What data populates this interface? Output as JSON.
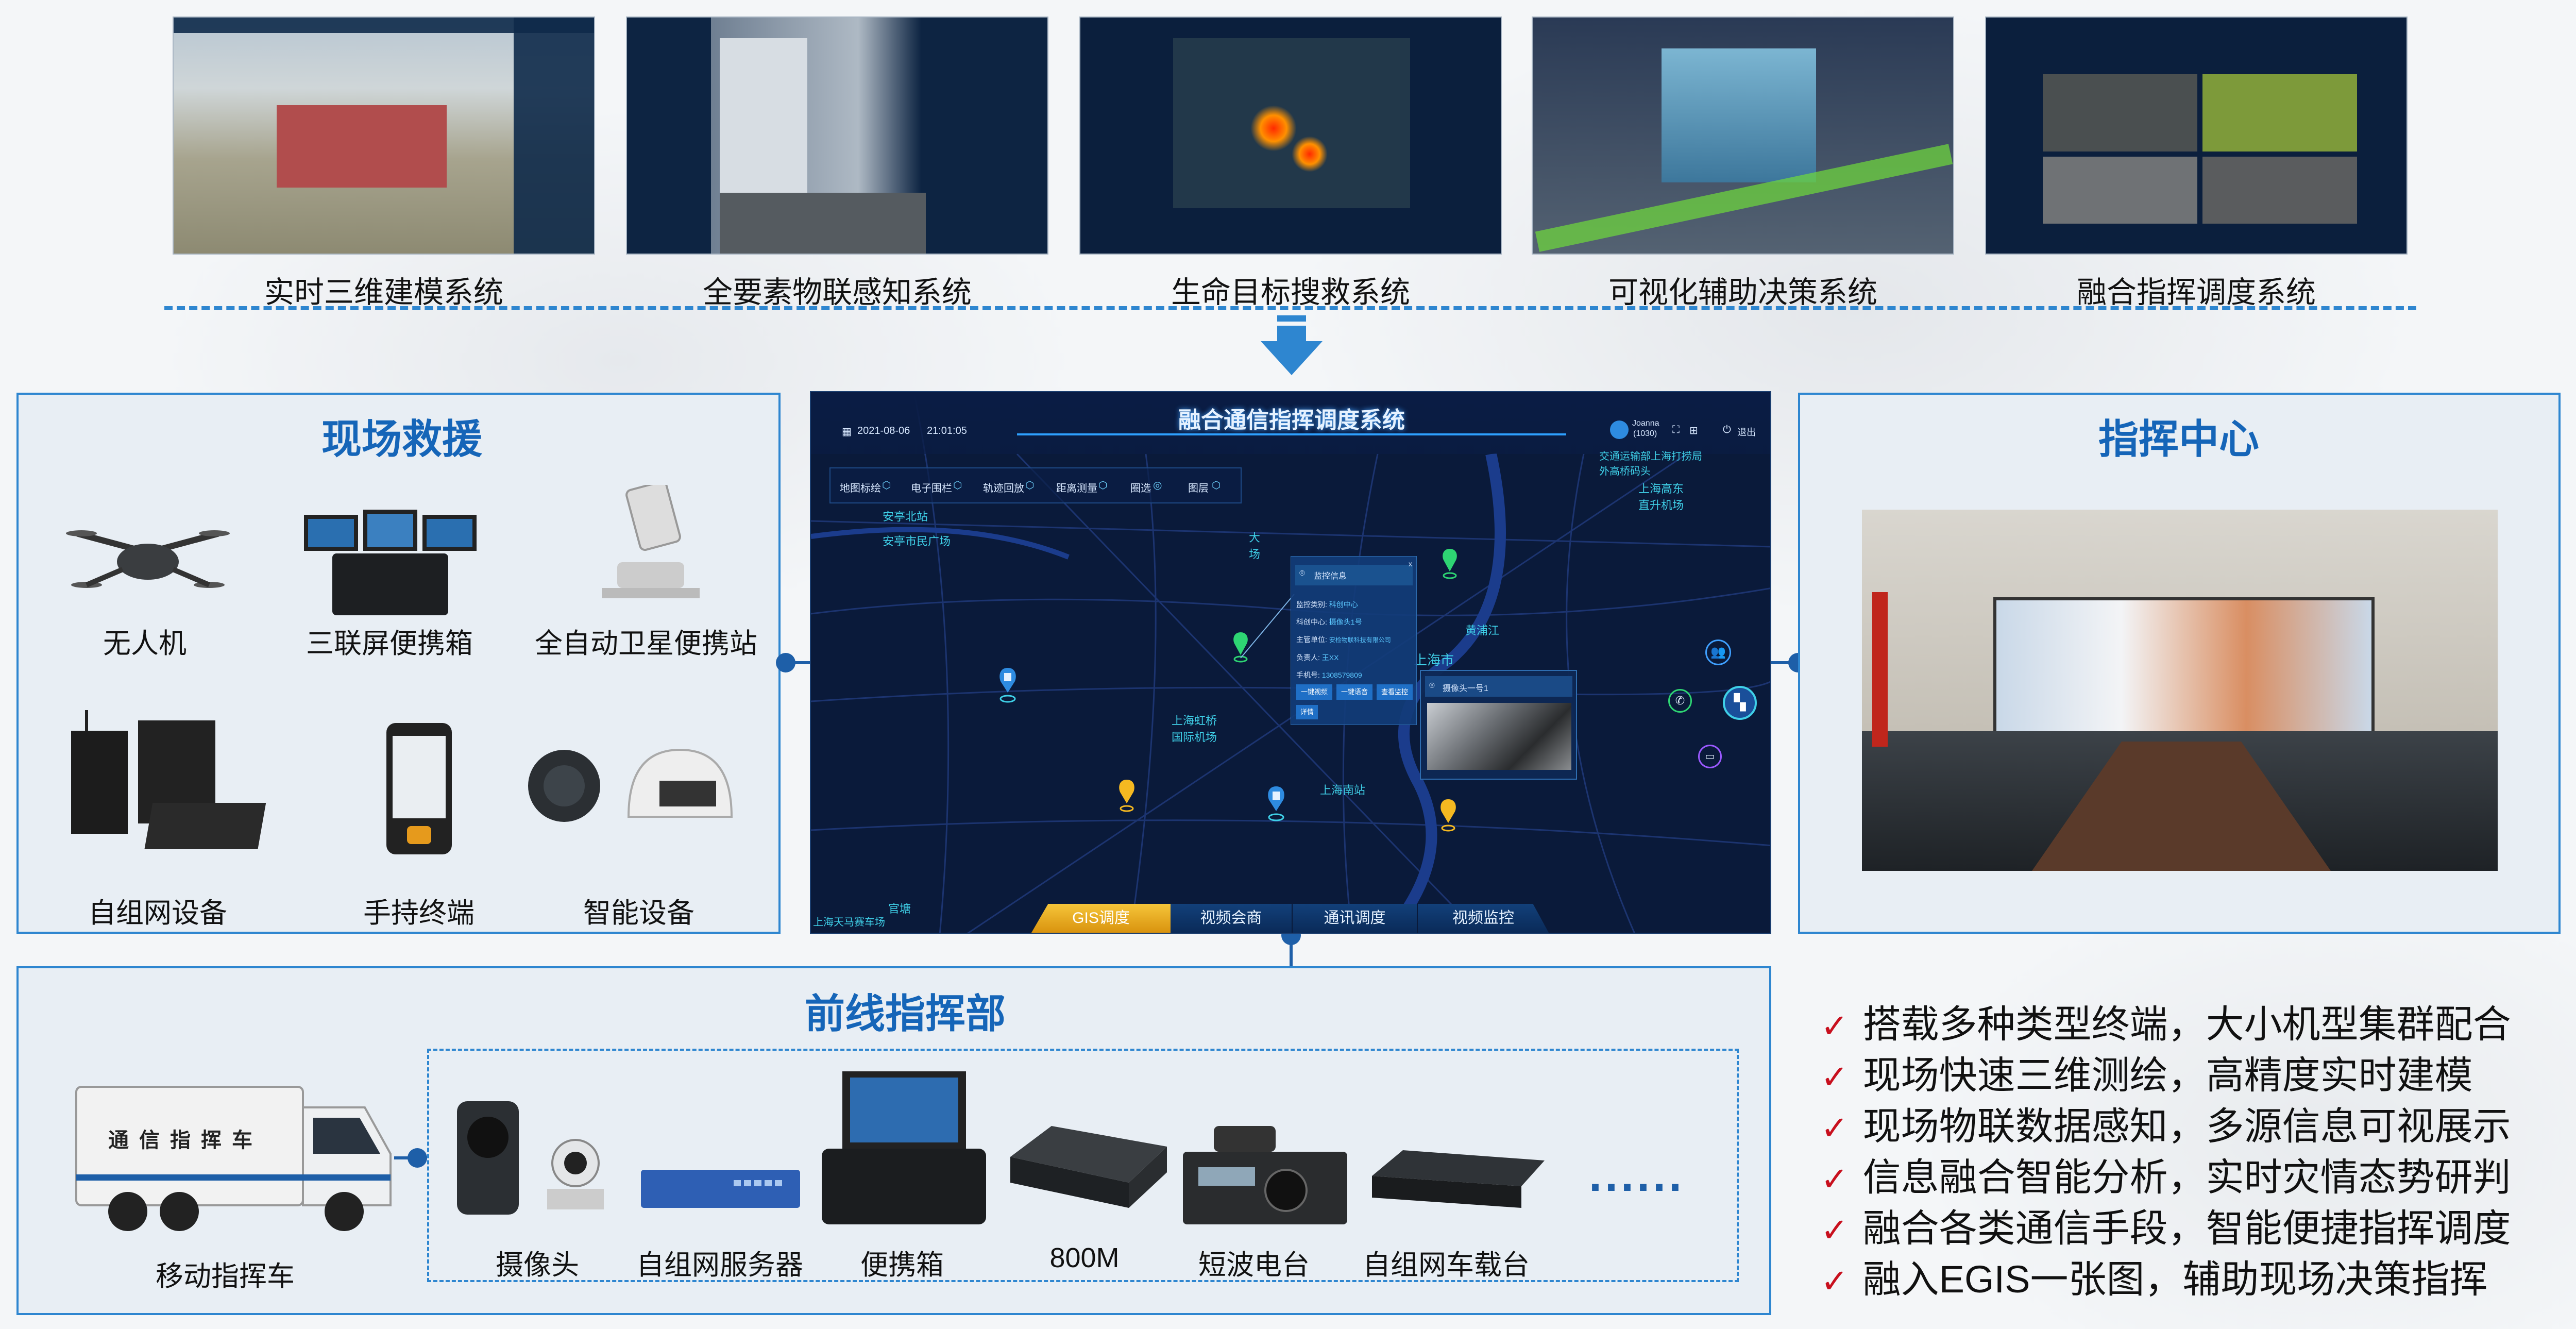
{
  "systems": [
    {
      "label": "实时三维建模系统"
    },
    {
      "label": "全要素物联感知系统"
    },
    {
      "label": "生命目标搜救系统"
    },
    {
      "label": "可视化辅助决策系统"
    },
    {
      "label": "融合指挥调度系统"
    }
  ],
  "rescue": {
    "title": "现场救援",
    "devices": [
      {
        "label": "无人机",
        "icon": "drone-icon"
      },
      {
        "label": "三联屏便携箱",
        "icon": "triple-screen-case-icon"
      },
      {
        "label": "全自动卫星便携站",
        "icon": "satellite-station-icon"
      },
      {
        "label": "自组网设备",
        "icon": "mesh-network-device-icon"
      },
      {
        "label": "手持终端",
        "icon": "handheld-terminal-icon"
      },
      {
        "label": "智能设备",
        "icon": "smart-device-icon"
      }
    ]
  },
  "center": {
    "title": "指挥中心"
  },
  "front": {
    "title": "前线指挥部",
    "vehicle": {
      "label": "移动指挥车",
      "plate_text": "通信指挥车"
    },
    "devices": [
      {
        "label": "摄像头"
      },
      {
        "label": "自组网服务器"
      },
      {
        "label": "便携箱"
      },
      {
        "label": "800M"
      },
      {
        "label": "短波电台"
      },
      {
        "label": "自组网车载台"
      }
    ],
    "more": "......"
  },
  "checklist": [
    "搭载多种类型终端，大小机型集群配合",
    "现场快速三维测绘，高精度实时建模",
    "现场物联数据感知，多源信息可视展示",
    "信息融合智能分析，实时灾情态势研判",
    "融合各类通信手段，智能便捷指挥调度",
    "融入EGIS一张图，辅助现场决策指挥"
  ],
  "check_mark": "✓",
  "app": {
    "title": "融合通信指挥调度系统",
    "date": "2021-08-06",
    "time": "21:01:05",
    "user": "Joanna",
    "user_id": "(1030)",
    "logout": "退出",
    "toolbar": [
      "地图标绘",
      "电子围栏",
      "轨迹回放",
      "距离测量",
      "圈选",
      "图层"
    ],
    "map_labels": [
      "安亭北站",
      "安亭市民广场",
      "上海虹桥国际机场",
      "黄浦江",
      "上海市",
      "上海南站",
      "上海高东直升机场",
      "交通运输部上海打捞局外高桥码头",
      "官塘",
      "上海天马赛车场",
      "大场"
    ],
    "popup": {
      "title": "监控信息",
      "close": "x",
      "fields": [
        {
          "k": "监控类别:",
          "v": "科创中心"
        },
        {
          "k": "科创中心:",
          "v": "摄像头1号"
        },
        {
          "k": "主管单位:",
          "v": "安检物联科技有限公司"
        },
        {
          "k": "负责人:",
          "v": "王XX"
        },
        {
          "k": "手机号:",
          "v": "1308579809"
        }
      ],
      "buttons": [
        "一键视频",
        "一键语音",
        "查看监控"
      ],
      "detail": "详情"
    },
    "camera_popup": {
      "title": "摄像头一号1"
    },
    "tabs": [
      {
        "label": "GIS调度",
        "active": true
      },
      {
        "label": "视频会商"
      },
      {
        "label": "通讯调度"
      },
      {
        "label": "视频监控"
      }
    ]
  },
  "colors": {
    "accent": "#1565b8",
    "border": "#2e86d0",
    "check": "#c8101e",
    "active_tab": "#e8a91c",
    "map_bg": "#0a1a3a"
  }
}
